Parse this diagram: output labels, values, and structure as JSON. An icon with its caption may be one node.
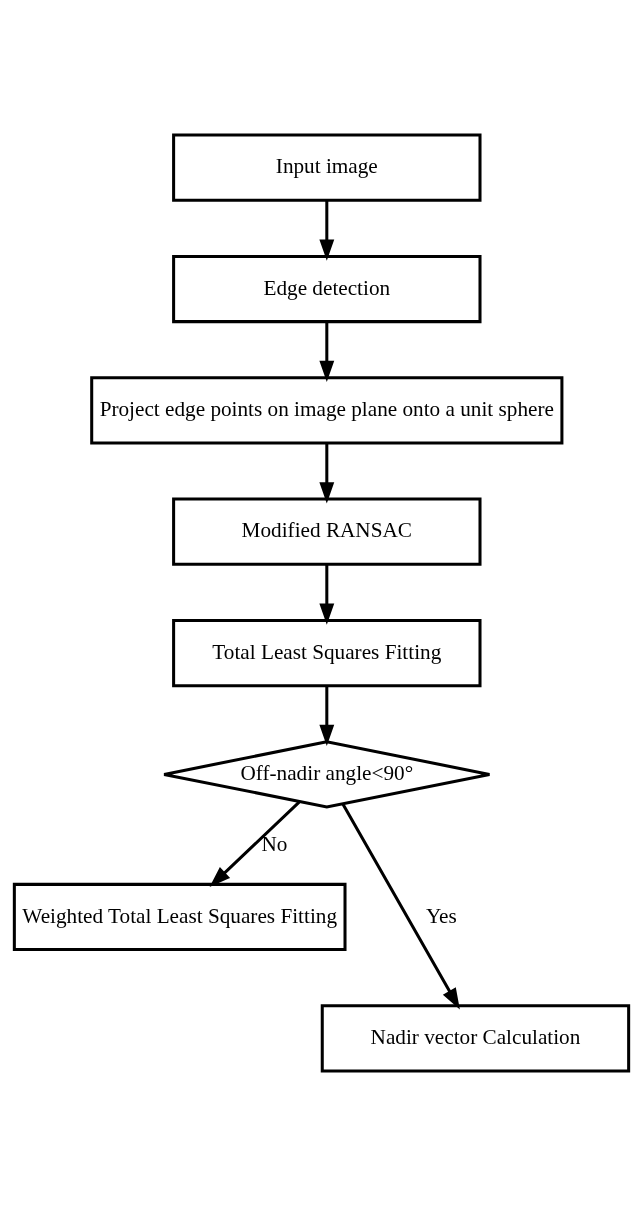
{
  "diagram": {
    "nodes": [
      {
        "text": [
          "Input image"
        ]
      },
      {
        "text": [
          "Edge detection"
        ]
      },
      {
        "text": [
          "Project edge points on image plane onto a unit sphere"
        ]
      },
      {
        "text": [
          "Modified RANSAC"
        ]
      },
      {
        "text": [
          "Total Least Squares Fitting"
        ]
      },
      {
        "text": [
          "Off-nadir angle<90°"
        ]
      },
      {
        "text": [
          "Weighted Total Least Squares Fitting"
        ]
      },
      {
        "text": [
          "Nadir vector Calculation"
        ]
      }
    ],
    "edges": [
      {
        "from": 0,
        "to": 1,
        "arrow": "to"
      },
      {
        "from": 1,
        "to": 2,
        "arrow": "to"
      },
      {
        "from": 2,
        "to": 3,
        "arrow": "to"
      },
      {
        "from": 3,
        "to": 4,
        "arrow": "to"
      },
      {
        "from": 4,
        "to": 5,
        "arrow": "to"
      },
      {
        "from": 5,
        "to": 6,
        "arrow": "to",
        "label": "No"
      },
      {
        "from": 5,
        "to": 7,
        "arrow": "to",
        "label": "Yes"
      }
    ]
  }
}
